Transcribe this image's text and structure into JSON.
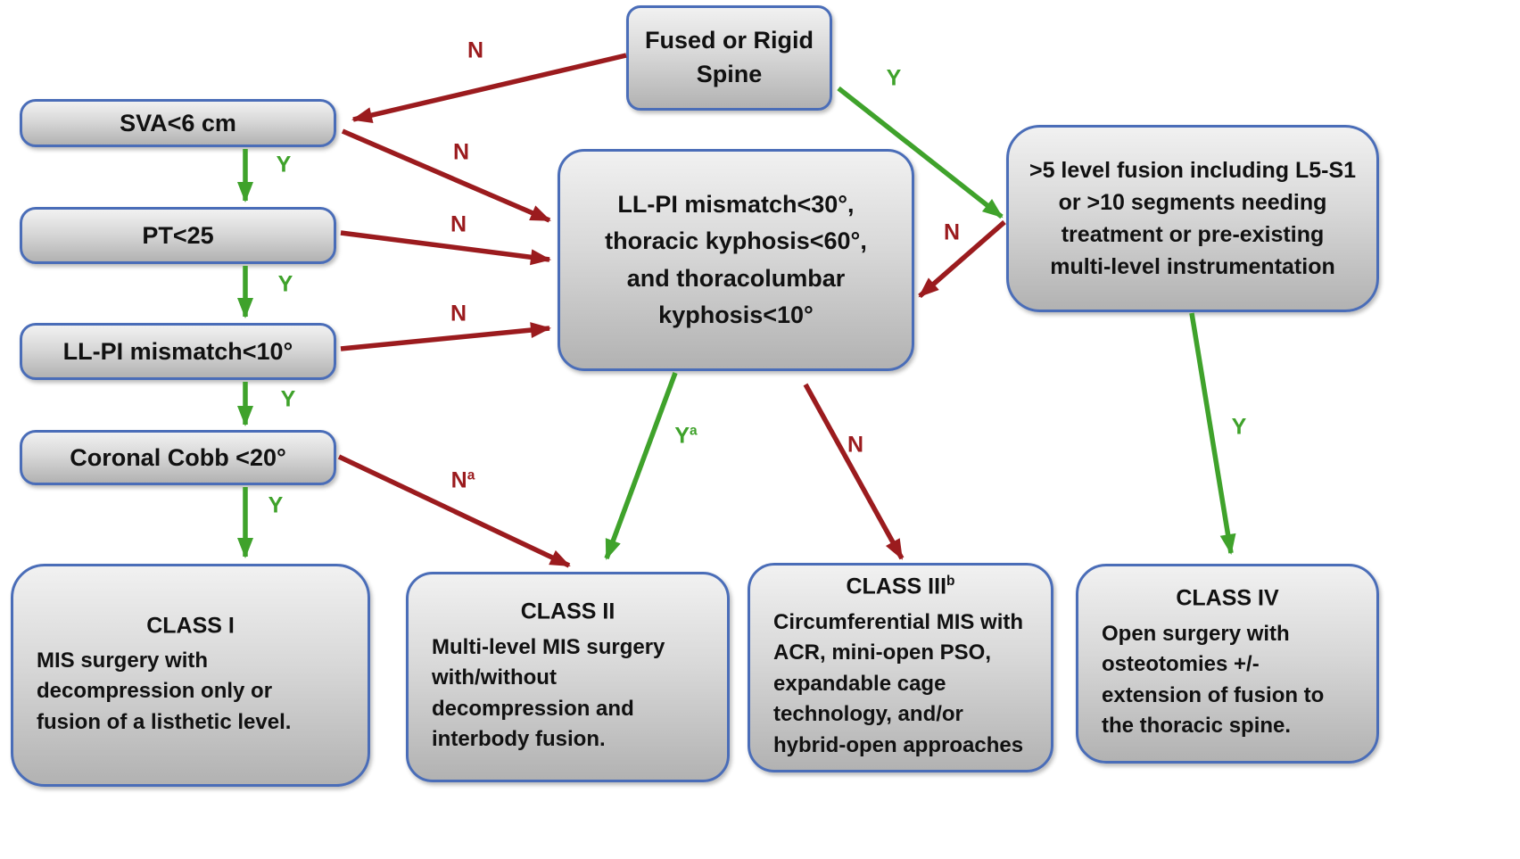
{
  "colors": {
    "box_border": "#4a6db8",
    "box_fill_top": "#f1f1f1",
    "box_fill_bottom": "#b2b2b2",
    "arrow_red": "#9b1b1e",
    "arrow_green": "#3fa22b",
    "text_color": "#111111"
  },
  "nodes": {
    "fused": {
      "label": "Fused or Rigid\nSpine"
    },
    "sva": {
      "label": "SVA<6 cm"
    },
    "pt": {
      "label": "PT<25"
    },
    "llpi10": {
      "label": "LL-PI mismatch<10°"
    },
    "cobb": {
      "label": "Coronal Cobb <20°"
    },
    "kyphosis": {
      "label": "LL-PI mismatch<30°,\nthoracic kyphosis<60°,\nand thoracolumbar\nkyphosis<10°"
    },
    "fusion_levels": {
      "label": ">5 level fusion including L5-S1\nor >10 segments needing\ntreatment or pre-existing\nmulti-level instrumentation"
    },
    "class1": {
      "title": "CLASS I",
      "sup": "",
      "body": "MIS surgery with\ndecompression only or\nfusion of a listhetic level."
    },
    "class2": {
      "title": "CLASS II",
      "sup": "",
      "body": "Multi-level MIS surgery\nwith/without\ndecompression and\ninterbody fusion."
    },
    "class3": {
      "title": "CLASS III",
      "sup": "b",
      "body": "Circumferential MIS with\nACR, mini-open PSO,\nexpandable cage\ntechnology, and/or\nhybrid-open approaches"
    },
    "class4": {
      "title": "CLASS IV",
      "sup": "",
      "body": "Open surgery with\nosteotomies +/-\nextension of fusion to\nthe thoracic spine."
    }
  },
  "edge_labels": {
    "fused_to_sva": {
      "text": "N",
      "sup": ""
    },
    "fused_to_fusion": {
      "text": "Y",
      "sup": ""
    },
    "sva_to_kyphosis": {
      "text": "N",
      "sup": ""
    },
    "sva_to_pt": {
      "text": "Y",
      "sup": ""
    },
    "pt_to_kyphosis": {
      "text": "N",
      "sup": ""
    },
    "pt_to_llpi": {
      "text": "Y",
      "sup": ""
    },
    "llpi_to_kyphosis": {
      "text": "N",
      "sup": ""
    },
    "llpi_to_cobb": {
      "text": "Y",
      "sup": ""
    },
    "cobb_to_class1": {
      "text": "Y",
      "sup": ""
    },
    "cobb_to_class2": {
      "text": "N",
      "sup": "a"
    },
    "kyphosis_to_class2": {
      "text": "Y",
      "sup": "a"
    },
    "kyphosis_to_class3": {
      "text": "N",
      "sup": ""
    },
    "fusion_to_kyphosis": {
      "text": "N",
      "sup": ""
    },
    "fusion_to_class4": {
      "text": "Y",
      "sup": ""
    }
  }
}
